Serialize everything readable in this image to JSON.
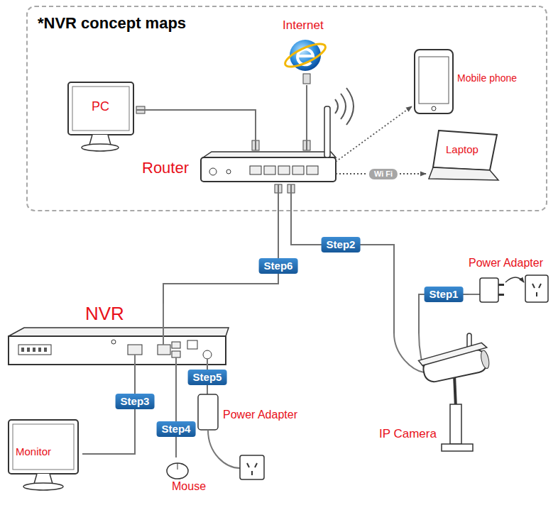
{
  "diagram": {
    "nodes": [
      {
        "text": [
          "*NVR concept maps"
        ]
      },
      {
        "text": [
          "Internet"
        ],
        "in": 0
      },
      {
        "text": [
          "Mobile phone"
        ],
        "in": 0
      },
      {
        "text": [
          "PC"
        ],
        "in": 0
      },
      {
        "text": [
          "Laptop"
        ],
        "in": 0
      },
      {
        "text": [
          "Router"
        ],
        "in": 0
      },
      {
        "text": [
          "Power Adapter"
        ]
      },
      {
        "text": [
          "NVR"
        ]
      },
      {
        "text": [
          "IP Camera"
        ]
      },
      {
        "text": [
          "Monitor"
        ]
      },
      {
        "text": [
          "Mouse"
        ]
      },
      {
        "text": [
          "Power Adapter"
        ]
      }
    ],
    "edges": [
      {
        "from": 3,
        "to": 5,
        "arrow": "none"
      },
      {
        "from": 1,
        "to": 5,
        "arrow": "none"
      },
      {
        "from": 5,
        "to": 2,
        "arrow": "to"
      },
      {
        "from": 5,
        "to": 4,
        "label": "Wi Fi",
        "arrow": "to"
      },
      {
        "from": 6,
        "to": 8,
        "label": "Step1",
        "arrow": "none"
      },
      {
        "from": 5,
        "to": 8,
        "label": "Step2",
        "arrow": "none"
      },
      {
        "from": 7,
        "to": 9,
        "label": "Step3",
        "arrow": "none"
      },
      {
        "from": 7,
        "to": 10,
        "label": "Step4",
        "arrow": "none"
      },
      {
        "from": 7,
        "to": 11,
        "label": "Step5",
        "arrow": "none"
      },
      {
        "from": 5,
        "to": 7,
        "label": "Step6",
        "arrow": "none"
      }
    ]
  }
}
